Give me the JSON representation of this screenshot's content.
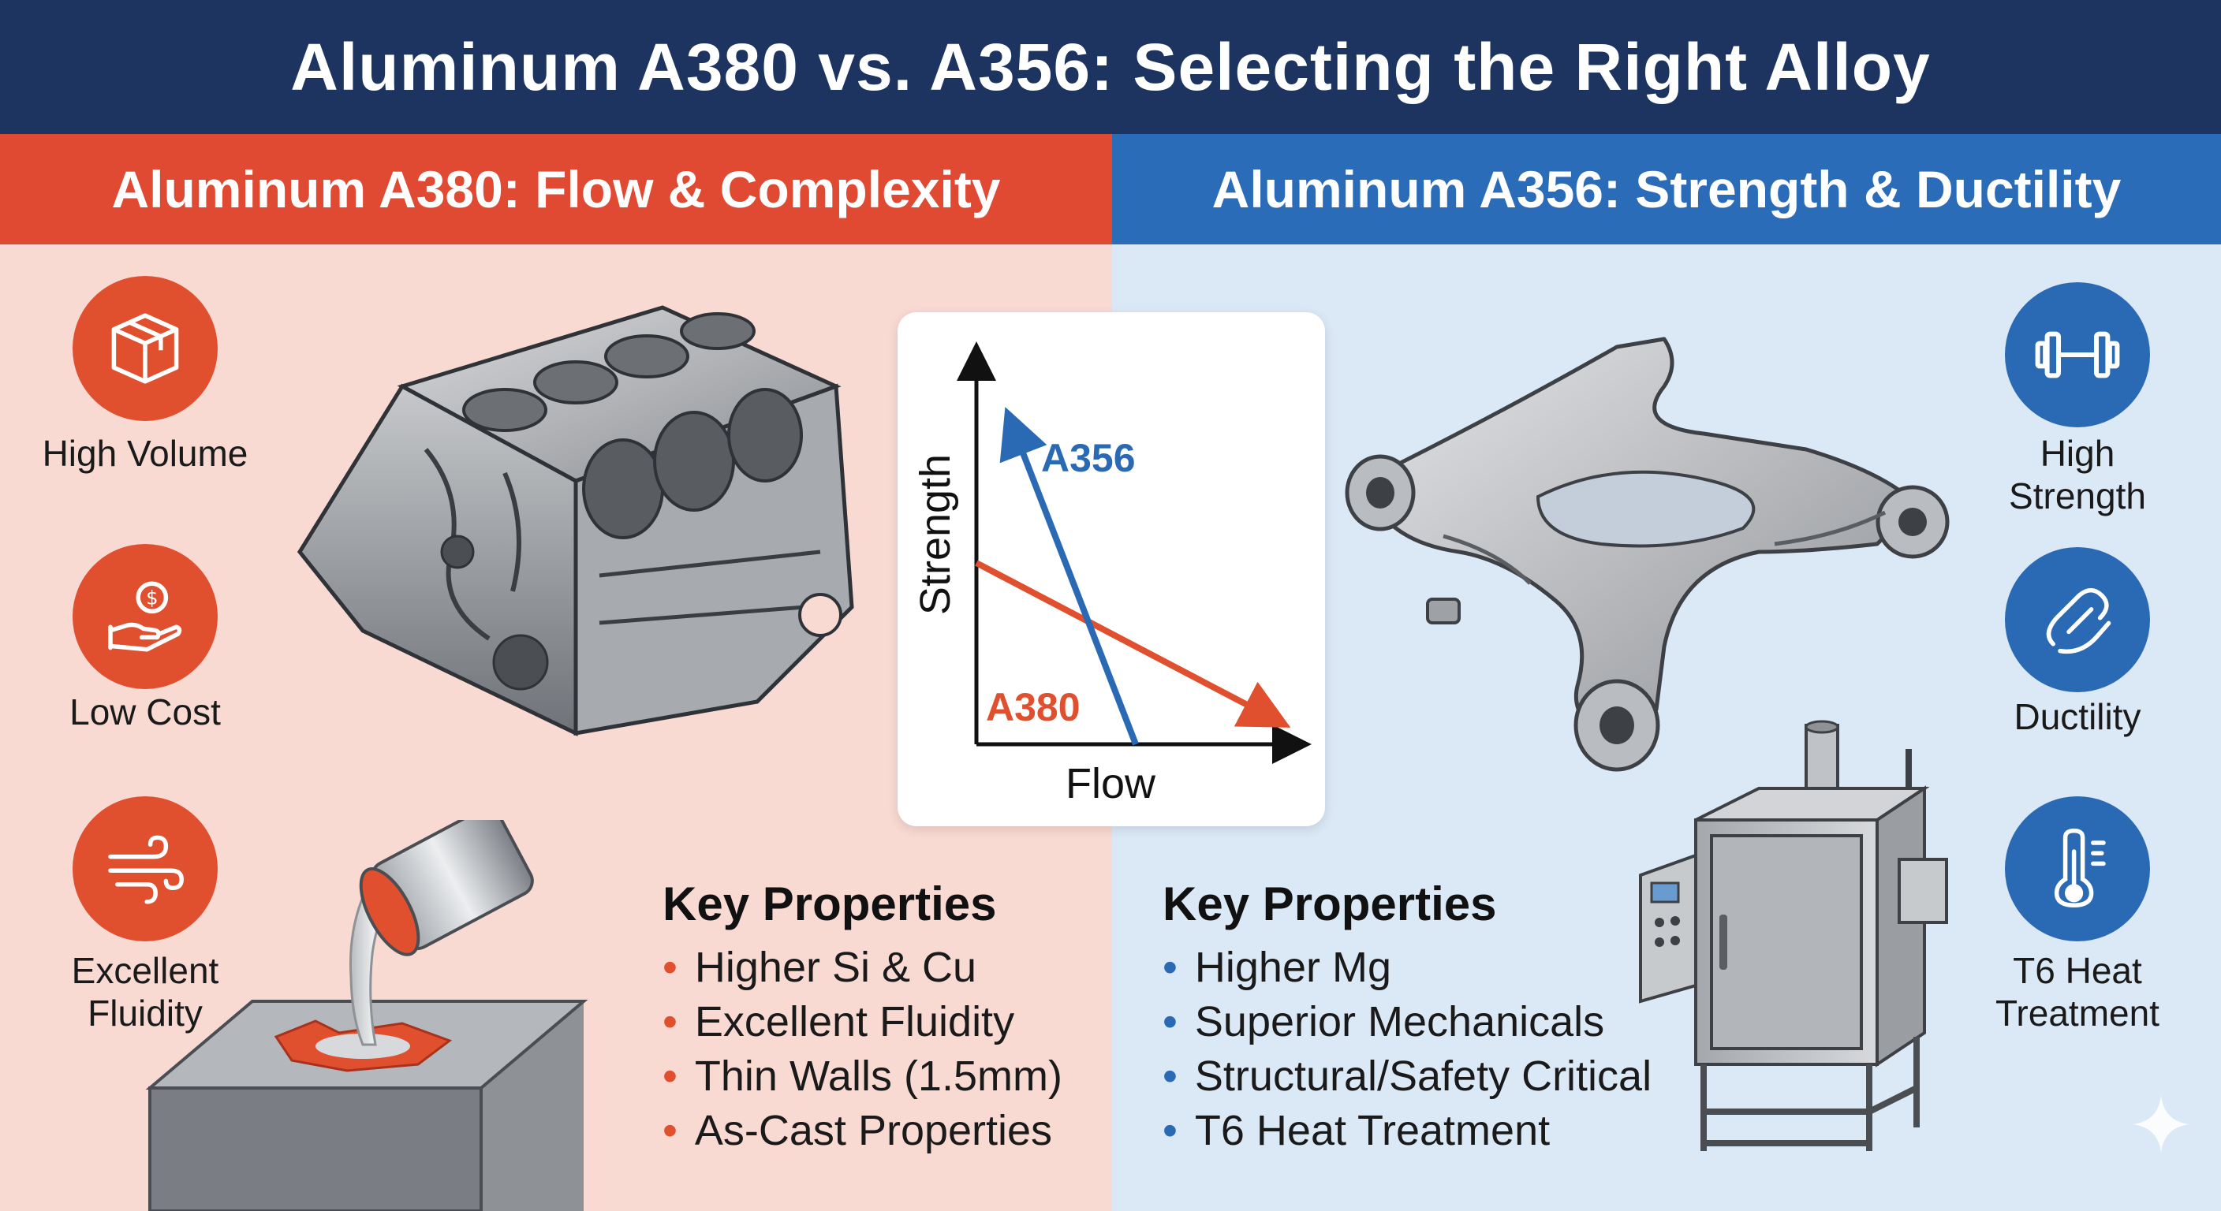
{
  "title": "Aluminum A380 vs. A356: Selecting the Right Alloy",
  "left": {
    "header": "Aluminum A380: Flow & Complexity",
    "icons": [
      {
        "label": "High Volume",
        "icon": "package-box-icon"
      },
      {
        "label": "Low Cost",
        "icon": "hand-coin-icon"
      },
      {
        "label": "Excellent\nFluidity",
        "icon": "wind-flow-icon"
      }
    ],
    "key_properties": {
      "title": "Key Properties",
      "items": [
        "Higher Si & Cu",
        "Excellent Fluidity",
        "Thin Walls (1.5mm)",
        "As-Cast Properties"
      ]
    },
    "illustrations": [
      "engine-block-illustration",
      "molten-metal-pour-illustration"
    ]
  },
  "right": {
    "header": "Aluminum A356: Strength & Ductility",
    "icons": [
      {
        "label": "High\nStrength",
        "icon": "dumbbell-icon"
      },
      {
        "label": "Ductility",
        "icon": "ductility-icon"
      },
      {
        "label": "T6 Heat\nTreatment",
        "icon": "thermometer-icon"
      }
    ],
    "key_properties": {
      "title": "Key Properties",
      "items": [
        "Higher Mg",
        "Superior Mechanicals",
        "Structural/Safety Critical",
        "T6 Heat Treatment"
      ]
    },
    "illustrations": [
      "suspension-subframe-illustration",
      "heat-treat-furnace-illustration"
    ]
  },
  "diagram": {
    "x_axis_label": "Flow",
    "y_axis_label": "Strength",
    "arrows": [
      {
        "label": "A356",
        "color": "#2a6ab4"
      },
      {
        "label": "A380",
        "color": "#e0502f"
      }
    ]
  },
  "colors": {
    "navy": "#1d3461",
    "red": "#e04a33",
    "blue": "#2b6cb8",
    "left_bg": "#f9dad3",
    "right_bg": "#dbe9f7"
  }
}
